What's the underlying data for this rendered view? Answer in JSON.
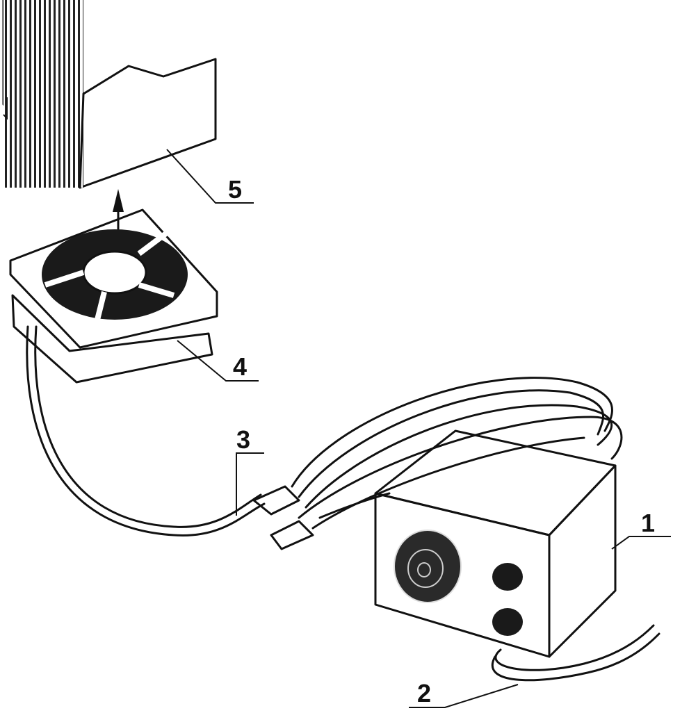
{
  "diagram": {
    "labels": {
      "psu": "1",
      "power_cord": "2",
      "fan_cable": "3",
      "fan": "4",
      "heatsink": "5"
    },
    "colors": {
      "ink": "#111111",
      "paper": "#ffffff",
      "box_fill": "#4a4a4a"
    }
  }
}
